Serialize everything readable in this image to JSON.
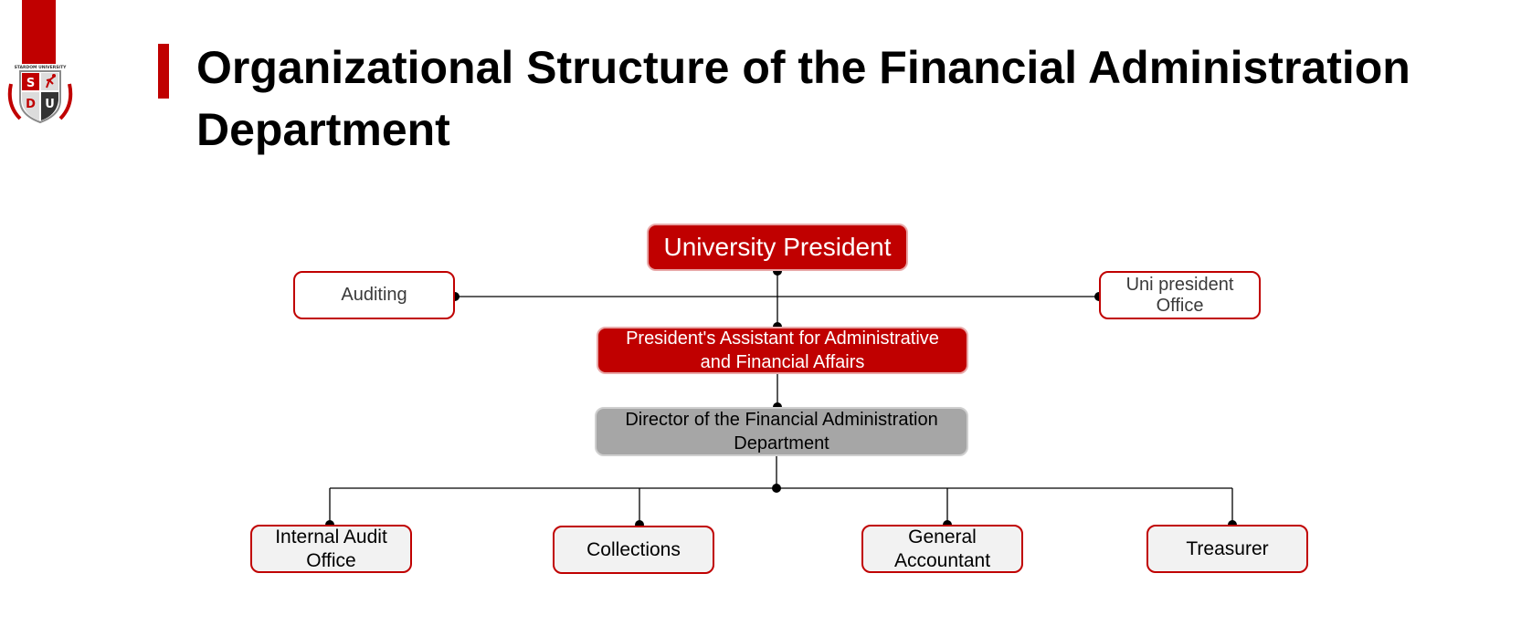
{
  "header": {
    "title": "Organizational Structure of the Financial Administration Department",
    "logo": {
      "caption": "STARDOM UNIVERSITY",
      "letters": [
        "S",
        "D",
        "U"
      ]
    }
  },
  "org_chart": {
    "president": "University President",
    "auditing": "Auditing",
    "president_office": "Uni president Office",
    "assistant": "President's Assistant for Administrative and Financial Affairs",
    "director": "Director of the Financial Administration Department",
    "units": [
      {
        "label": "Internal Audit Office"
      },
      {
        "label": "Collections"
      },
      {
        "label": "General Accountant"
      },
      {
        "label": "Treasurer"
      }
    ]
  },
  "colors": {
    "accent": "#c00000",
    "director_fill": "#a6a6a6",
    "unit_fill": "#f2f2f2"
  }
}
